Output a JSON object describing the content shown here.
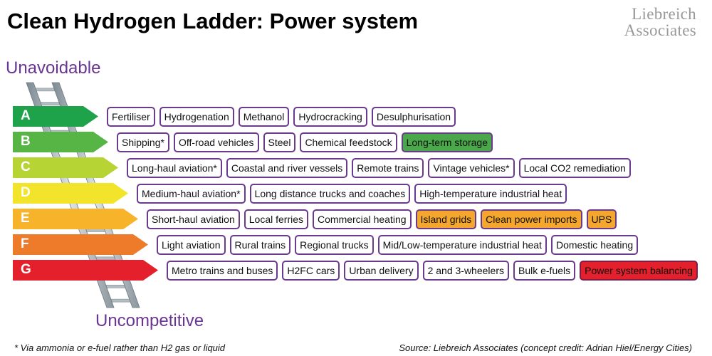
{
  "title": "Clean Hydrogen Ladder: Power system",
  "logo": [
    "Liebreich",
    "Associates"
  ],
  "top_label": "Unavoidable",
  "bottom_label": "Uncompetitive",
  "footnote": "* Via ammonia or e-fuel rather than H2 gas or liquid",
  "source": "Source: Liebreich Associates (concept credit: Adrian Hiel/Energy Cities)",
  "colors": {
    "label": "#6a3592",
    "chip_border": "#6a3a8c",
    "highlight_green": "#4aa84a",
    "highlight_orange": "#f4a72c",
    "highlight_red": "#e3202b"
  },
  "rows": [
    {
      "letter": "A",
      "color": "#1ea24a",
      "items": [
        {
          "text": "Fertiliser"
        },
        {
          "text": "Hydrogenation"
        },
        {
          "text": "Methanol"
        },
        {
          "text": "Hydrocracking"
        },
        {
          "text": "Desulphurisation"
        }
      ]
    },
    {
      "letter": "B",
      "color": "#56b545",
      "items": [
        {
          "text": "Shipping*"
        },
        {
          "text": "Off-road vehicles"
        },
        {
          "text": "Steel"
        },
        {
          "text": "Chemical feedstock"
        },
        {
          "text": "Long-term storage",
          "highlight": "green"
        }
      ]
    },
    {
      "letter": "C",
      "color": "#b6d433",
      "items": [
        {
          "text": "Long-haul aviation*"
        },
        {
          "text": "Coastal and river vessels"
        },
        {
          "text": "Remote trains"
        },
        {
          "text": "Vintage vehicles*"
        },
        {
          "text": "Local CO2 remediation"
        }
      ]
    },
    {
      "letter": "D",
      "color": "#f2e42a",
      "items": [
        {
          "text": "Medium-haul aviation*"
        },
        {
          "text": "Long distance trucks and coaches"
        },
        {
          "text": "High-temperature industrial heat"
        }
      ]
    },
    {
      "letter": "E",
      "color": "#f7b32a",
      "items": [
        {
          "text": "Short-haul aviation"
        },
        {
          "text": "Local ferries"
        },
        {
          "text": "Commercial heating"
        },
        {
          "text": "Island grids",
          "highlight": "orange"
        },
        {
          "text": "Clean power imports",
          "highlight": "orange"
        },
        {
          "text": "UPS",
          "highlight": "orange"
        }
      ]
    },
    {
      "letter": "F",
      "color": "#ee7b2a",
      "items": [
        {
          "text": "Light aviation"
        },
        {
          "text": "Rural trains"
        },
        {
          "text": "Regional trucks"
        },
        {
          "text": "Mid/Low-temperature industrial heat"
        },
        {
          "text": "Domestic heating"
        }
      ]
    },
    {
      "letter": "G",
      "color": "#e3202b",
      "items": [
        {
          "text": "Metro trains and buses"
        },
        {
          "text": "H2FC cars"
        },
        {
          "text": "Urban delivery"
        },
        {
          "text": "2 and 3-wheelers"
        },
        {
          "text": "Bulk e-fuels"
        },
        {
          "text": "Power system balancing",
          "highlight": "red"
        }
      ]
    }
  ]
}
